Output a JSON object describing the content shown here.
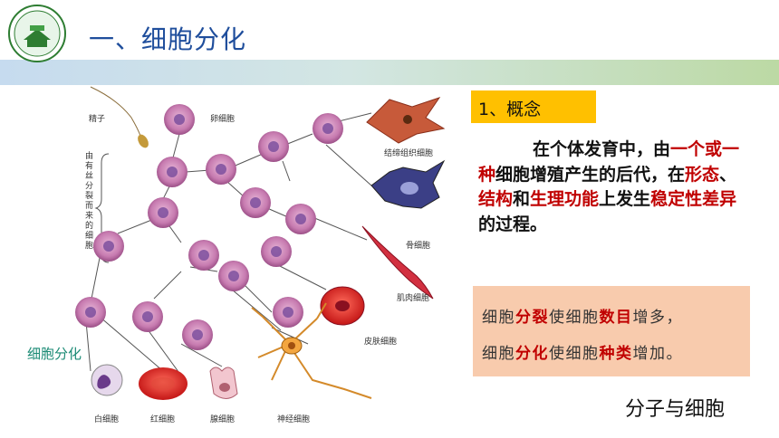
{
  "slide": {
    "title": "一、细胞分化",
    "section_label": "1、概念",
    "definition": {
      "p1": "在个体发育中，由",
      "h1": "一个或一种",
      "p2": "细胞增殖产生的后代，在",
      "h2": "形态",
      "p3": "、",
      "h3": "结构",
      "p4": "和",
      "h4": "生理功能",
      "p5": "上发生",
      "h5": "稳定性差异",
      "p6": "的过程。"
    },
    "summary": {
      "line1": {
        "a": "细胞",
        "b": "分裂",
        "c": "使细胞",
        "d": "数目",
        "e": "增多，"
      },
      "line2": {
        "a": "细胞",
        "b": "分化",
        "c": "使细胞",
        "d": "种类",
        "e": "增加。"
      }
    },
    "footer": "分子与细胞"
  },
  "diagram": {
    "labels": {
      "sperm": "精子",
      "egg": "卵细胞",
      "bracket": "由有丝分裂而来的细胞",
      "connective": "结缔组织细胞",
      "bone": "骨细胞",
      "muscle": "肌肉细胞",
      "skin": "皮肤细胞",
      "wbc": "白细胞",
      "rbc": "红细胞",
      "gland": "腺细胞",
      "nerve": "神经细胞",
      "differentiation": "细胞分化"
    },
    "colors": {
      "cell": "#c77bb0",
      "nucleus": "#7d4f9e",
      "red_cell": "#d42020"
    }
  }
}
